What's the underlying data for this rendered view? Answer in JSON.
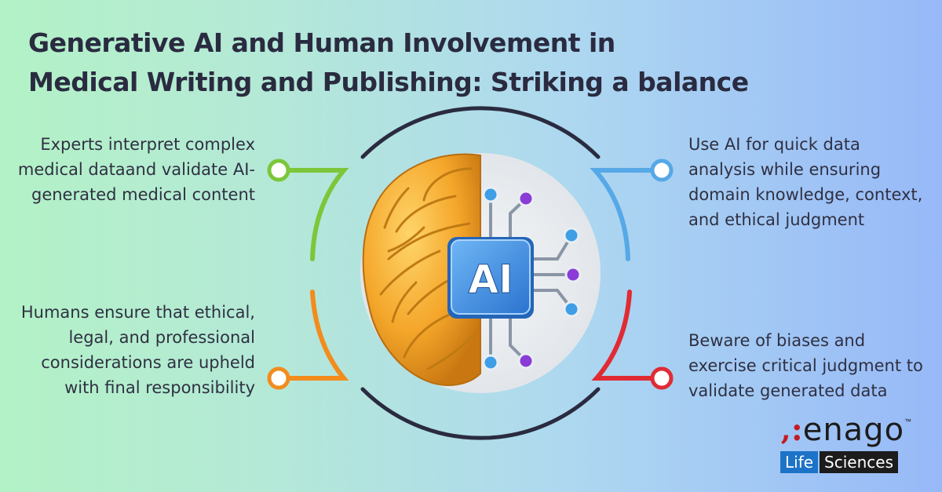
{
  "title": {
    "line1": "Generative AI and Human Involvement in",
    "line2": "Medical Writing and Publishing: Striking a balance"
  },
  "points": {
    "top_left": "Experts interpret complex medical dataand validate AI-generated medical content",
    "bottom_left": "Humans ensure that ethical, legal, and professional considerations are upheld with final responsibility",
    "top_right": "Use AI for quick data analysis while ensuring domain knowledge, context, and ethical judgment",
    "bottom_right": "Beware of biases and exercise critical judgment to validate generated data"
  },
  "chip": {
    "label": "AI"
  },
  "logo": {
    "mark": "‚:",
    "name": "enago",
    "tm": "™",
    "sub1": "Life",
    "sub2": "Sciences"
  },
  "colors": {
    "green": "#7cc63a",
    "orange": "#f28c1d",
    "blue": "#56a8e6",
    "red": "#e02b34",
    "dark_arc": "#2a2b40",
    "chip_blue": "#3d8fe0"
  },
  "icons": [
    "brain-icon",
    "circuit-node-icon",
    "ai-chip-icon"
  ]
}
